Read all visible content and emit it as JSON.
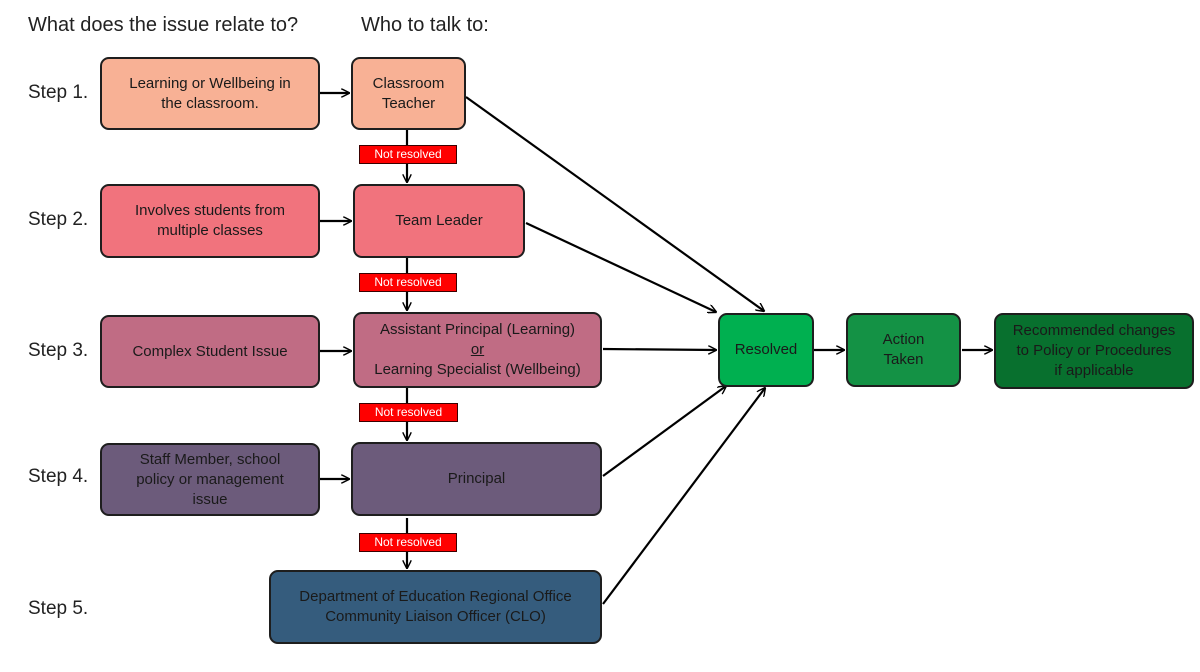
{
  "headers": {
    "relate": "What does the issue relate to?",
    "who": "Who to talk to:"
  },
  "steps": [
    "Step 1.",
    "Step 2.",
    "Step 3.",
    "Step 4.",
    "Step 5."
  ],
  "issues": [
    [
      "Learning or Wellbeing in",
      "the classroom."
    ],
    [
      "Involves students from",
      "multiple classes"
    ],
    [
      "Complex Student Issue"
    ],
    [
      "Staff Member, school",
      "policy or management",
      "issue"
    ]
  ],
  "contacts": {
    "teacher": [
      "Classroom",
      "Teacher"
    ],
    "team_leader": "Team Leader",
    "assistant_principal": "Assistant Principal (Learning)",
    "or_word": "or",
    "learning_specialist": "Learning Specialist (Wellbeing)",
    "principal": "Principal",
    "department": [
      "Department of Education Regional Office",
      "Community Liaison Officer (CLO)"
    ]
  },
  "not_resolved": "Not resolved",
  "outcomes": {
    "resolved": "Resolved",
    "action": [
      "Action",
      "Taken"
    ],
    "recommended": [
      "Recommended changes",
      "to Policy or Procedures",
      "if applicable"
    ]
  },
  "colors": {
    "step1": "#f8b195",
    "step2": "#f1737d",
    "step3": "#c06c84",
    "step4": "#6c5b7b",
    "step5": "#355c7d",
    "resolved": "#00b050",
    "action": "#149245",
    "recommended": "#08702e",
    "not_resolved": "#ff0000"
  }
}
